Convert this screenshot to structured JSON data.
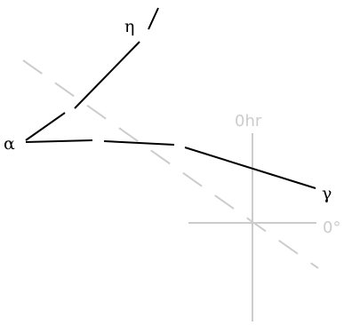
{
  "stars": [
    {
      "id": "eta",
      "label": "η"
    },
    {
      "id": "alpha",
      "label": "α"
    },
    {
      "id": "gamma",
      "label": "γ"
    }
  ],
  "coordinate_labels": {
    "hour_circle": "0hr",
    "equator_degrees": "0°"
  },
  "colors": {
    "asterism": "#000000",
    "grid": "#cccccc",
    "background": "#ffffff"
  }
}
